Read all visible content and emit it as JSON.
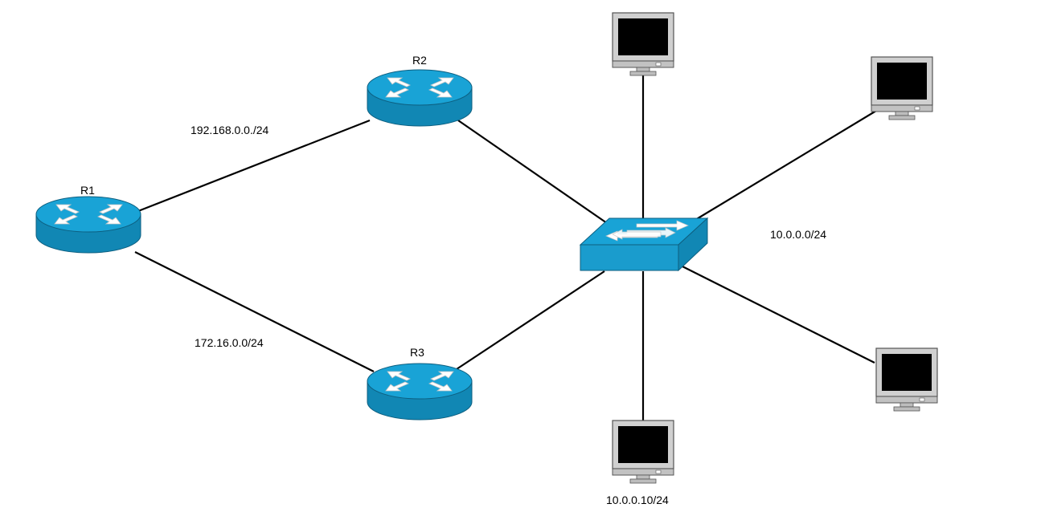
{
  "diagram": {
    "routers": [
      {
        "id": "r1",
        "label": "R1"
      },
      {
        "id": "r2",
        "label": "R2"
      },
      {
        "id": "r3",
        "label": "R3"
      }
    ],
    "networks": {
      "r1_r2": "192.168.0.0./24",
      "r1_r3": "172.16.0.0/24",
      "lan": "10.0.0.0/24",
      "host_bottom": "10.0.0.10/24"
    },
    "links": [
      {
        "from": "R1",
        "to": "R2"
      },
      {
        "from": "R1",
        "to": "R3"
      },
      {
        "from": "R2",
        "to": "switch"
      },
      {
        "from": "R3",
        "to": "switch"
      },
      {
        "from": "switch",
        "to": "pc-top"
      },
      {
        "from": "switch",
        "to": "pc-top-right"
      },
      {
        "from": "switch",
        "to": "pc-bottom-right"
      },
      {
        "from": "switch",
        "to": "pc-bottom"
      }
    ],
    "colors": {
      "device_top": "#19a3d6",
      "device_side": "#1187b4",
      "device_outline": "#0d5f80",
      "monitor_body": "#d0d0d0",
      "monitor_screen": "#000000"
    },
    "icons": [
      "router-icon",
      "switch-icon",
      "pc-icon"
    ]
  }
}
